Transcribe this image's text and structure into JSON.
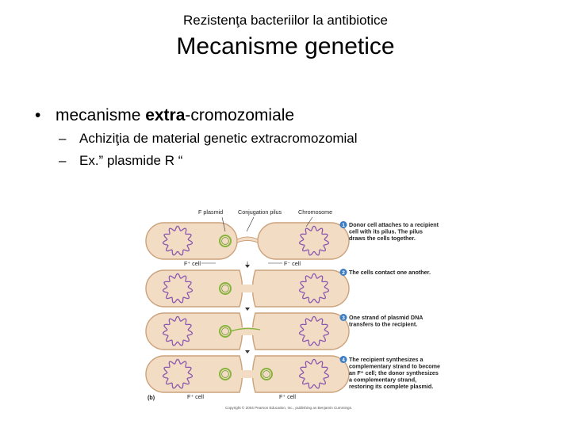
{
  "slide": {
    "subtitle": "Rezistenţa bacteriilor la antibiotice",
    "title": "Mecanisme genetice",
    "bullet": {
      "symbol": "•",
      "prefix": "mecanisme ",
      "bold": "extra",
      "suffix": "-cromozomiale"
    },
    "subitems": [
      {
        "dash": "–",
        "text": "Achiziţia de material genetic extracromozomial"
      },
      {
        "dash": "–",
        "text": "Ex.” plasmide R “"
      }
    ]
  },
  "figure": {
    "labels": {
      "f_plasmid": "F plasmid",
      "conjugation_pilus": "Conjugation pilus",
      "chromosome": "Chromosome",
      "f_plus_cell": "F⁺ cell",
      "f_minus_cell": "F⁻ cell",
      "panel": "(b)",
      "f_plus_cell_left": "F⁺ cell",
      "f_plus_cell_right": "F⁺ cell"
    },
    "steps": [
      {
        "num": "1",
        "lines": [
          "Donor cell attaches to a recipient",
          "cell with its pilus. The pilus",
          "draws the cells together."
        ]
      },
      {
        "num": "2",
        "lines": [
          "The cells contact one another."
        ]
      },
      {
        "num": "3",
        "lines": [
          "One strand of plasmid DNA",
          "transfers to the recipient."
        ]
      },
      {
        "num": "4",
        "lines": [
          "The recipient synthesizes a",
          "complementary strand to become",
          "an F⁺ cell; the donor synthesizes",
          "a complementary strand,",
          "restoring its complete plasmid."
        ]
      }
    ],
    "copyright": "Copyright © 2004 Pearson Education, Inc., publishing as Benjamin Cummings.",
    "colors": {
      "cell_fill": "#f3dcc4",
      "cell_outline": "#caa27c",
      "chromosome": "#8a58b0",
      "plasmid": "#86b43c",
      "step_badge": "#3a7dc4"
    }
  }
}
